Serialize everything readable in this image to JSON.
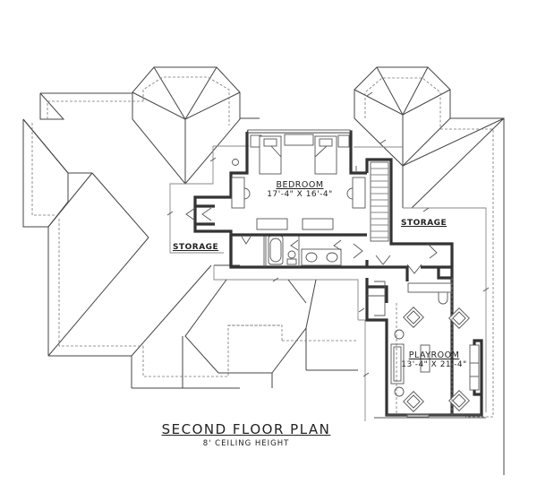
{
  "plan": {
    "title": "SECOND FLOOR PLAN",
    "subtitle": "8' CEILING HEIGHT"
  },
  "rooms": {
    "bedroom": {
      "name": "BEDROOM",
      "dimensions": "17'-4\" X 16'-4\""
    },
    "playroom": {
      "name": "PLAYROOM",
      "dimensions": "13'-4\" X 21'-4\""
    },
    "storage_left": {
      "name": "STORAGE"
    },
    "storage_right": {
      "name": "STORAGE"
    }
  },
  "colors": {
    "line": "#444444",
    "wall": "#333333",
    "background": "#ffffff"
  }
}
